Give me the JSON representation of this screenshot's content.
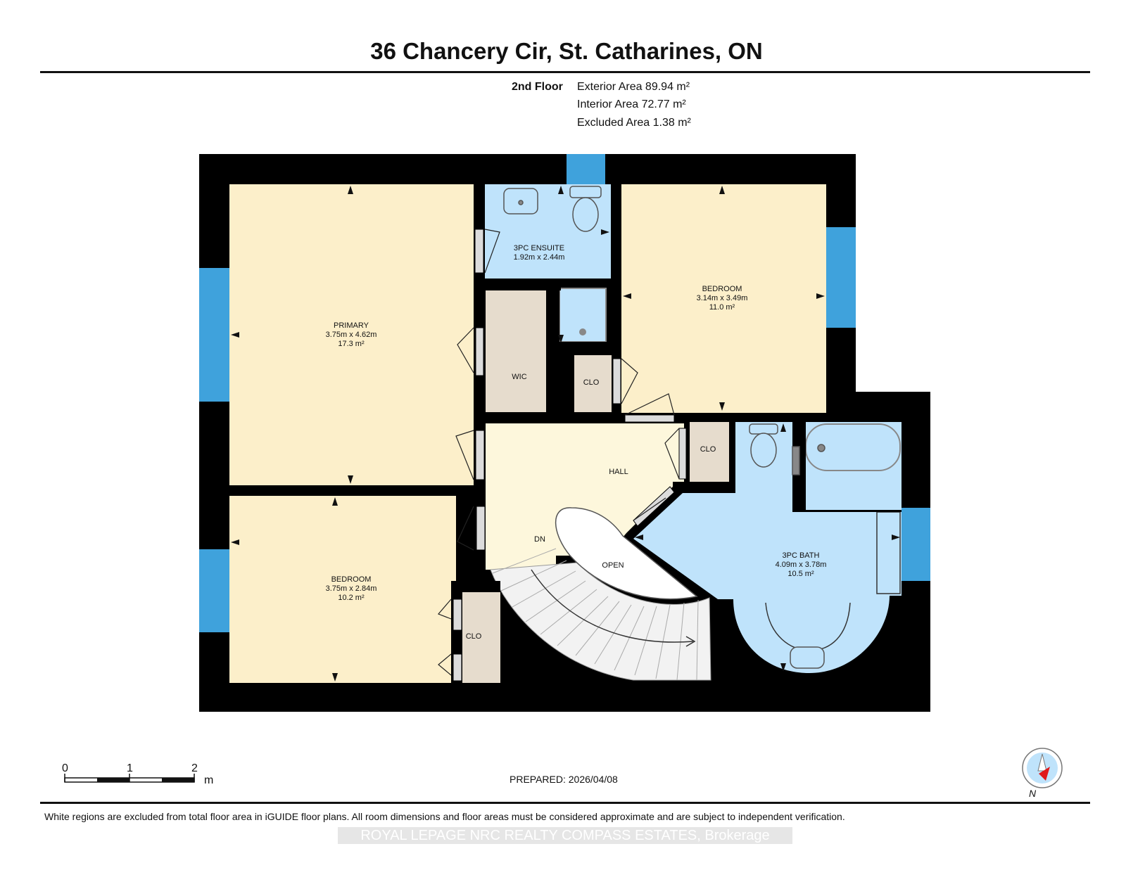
{
  "header": {
    "title": "36 Chancery Cir, St. Catharines, ON",
    "floor_name": "2nd Floor",
    "areas": [
      "Exterior Area 89.94 m²",
      "Interior Area 72.77 m²",
      "Excluded Area 1.38 m²"
    ]
  },
  "rooms": {
    "primary": {
      "name": "PRIMARY",
      "dims": "3.75m x 4.62m",
      "area": "17.3 m²"
    },
    "ensuite": {
      "name": "3PC ENSUITE",
      "dims": "1.92m x 2.44m"
    },
    "bedroom_ne": {
      "name": "BEDROOM",
      "dims": "3.14m x 3.49m",
      "area": "11.0 m²"
    },
    "wic": {
      "name": "WIC"
    },
    "clo_1": {
      "name": "CLO"
    },
    "clo_2": {
      "name": "CLO"
    },
    "clo_3": {
      "name": "CLO"
    },
    "hall": {
      "name": "HALL"
    },
    "dn": {
      "name": "DN"
    },
    "open": {
      "name": "OPEN"
    },
    "bath": {
      "name": "3PC BATH",
      "dims": "4.09m x 3.78m",
      "area": "10.5 m²"
    },
    "bedroom_sw": {
      "name": "BEDROOM",
      "dims": "3.75m x 2.84m",
      "area": "10.2 m²"
    }
  },
  "scale": {
    "labels": [
      "0",
      "1",
      "2"
    ],
    "unit": "m"
  },
  "prepared": "PREPARED: 2026/04/08",
  "disclaimer": "White regions are excluded from total floor area in iGUIDE floor plans. All room dimensions and floor areas must be considered approximate and are subject to independent verification.",
  "brokerage": "ROYAL LEPAGE NRC REALTY COMPASS ESTATES, Brokerage",
  "compass": {
    "label": "N",
    "icon": "compass-icon"
  },
  "colors": {
    "wall": "#000000",
    "bedroom_fill": "#fcefca",
    "hall_fill": "#fdf7dc",
    "wet_fill": "#bfe3fb",
    "closet_fill": "#e6dccd",
    "window": "#3fa2dc",
    "door_panel": "#dcdcdc"
  }
}
